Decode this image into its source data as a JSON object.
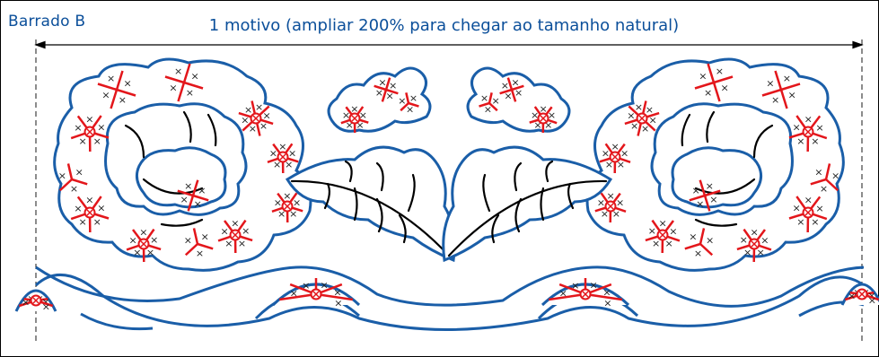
{
  "header": {
    "title": "Barrado B",
    "subtitle": "1 motivo (ampliar 200% para chegar ao tamanho natural)"
  },
  "colors": {
    "outline": "#1a5ea8",
    "accent": "#e3161b",
    "text": "#0b4f9a",
    "stroke": "#000000"
  },
  "icons": {
    "cross_mark": "×",
    "eyelet": "circle-cross"
  }
}
